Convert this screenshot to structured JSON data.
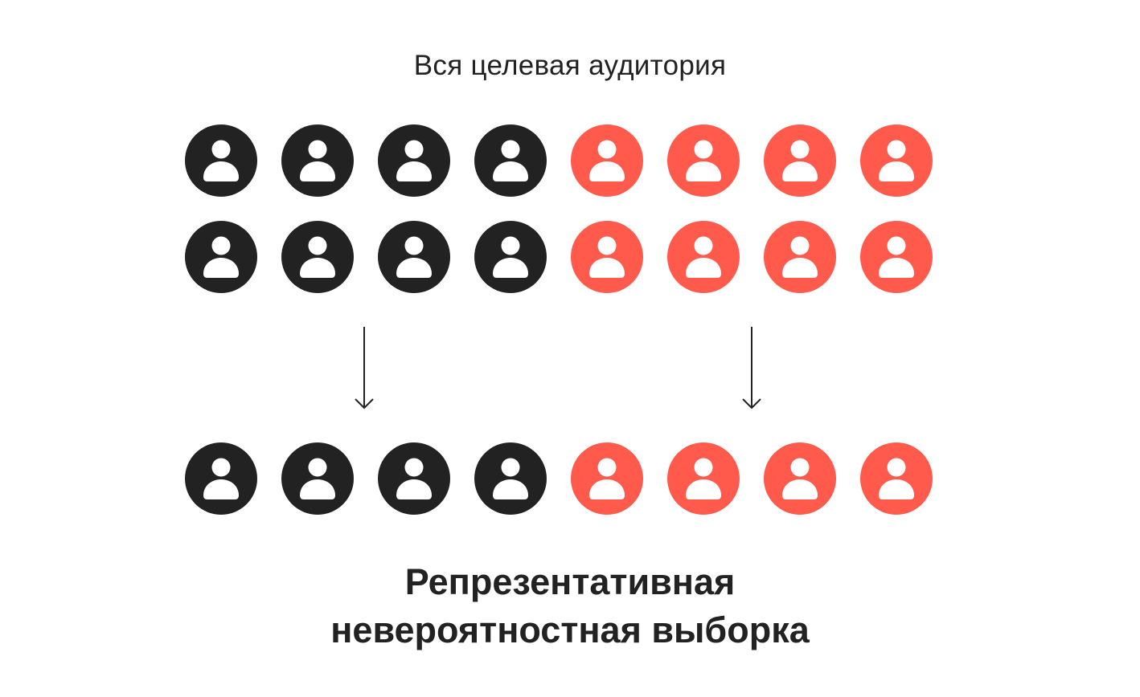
{
  "title": "Вся целевая аудитория",
  "result_line1": "Репрезентативная",
  "result_line2": "невероятностная выборка",
  "colors": {
    "dark": "#222222",
    "accent": "#ff5a4b",
    "icon": "#ffffff"
  },
  "population_rows": [
    [
      "dark",
      "dark",
      "dark",
      "dark",
      "accent",
      "accent",
      "accent",
      "accent"
    ],
    [
      "dark",
      "dark",
      "dark",
      "dark",
      "accent",
      "accent",
      "accent",
      "accent"
    ]
  ],
  "sample_row": [
    "dark",
    "dark",
    "dark",
    "dark",
    "accent",
    "accent",
    "accent",
    "accent"
  ],
  "icon": "person-icon"
}
